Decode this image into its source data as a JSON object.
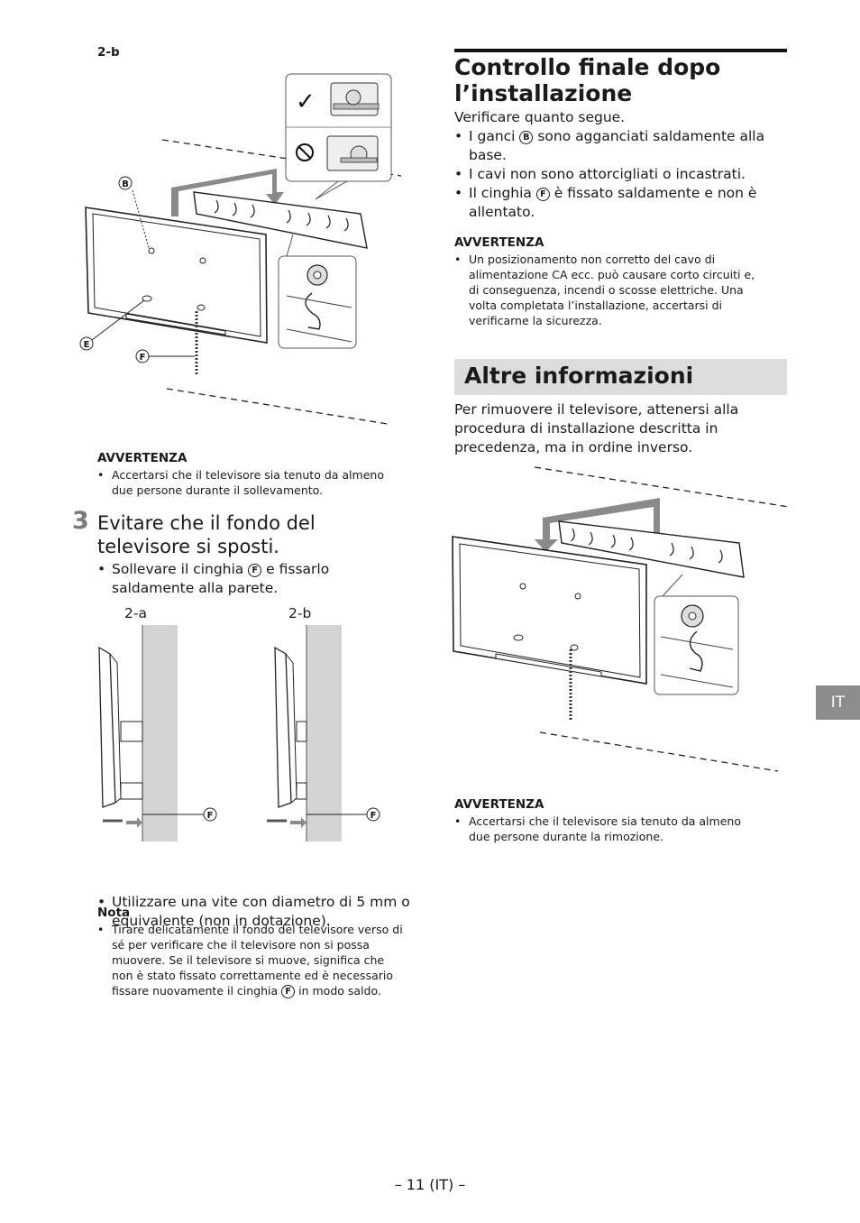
{
  "left": {
    "fig_label": "2-b",
    "fig_callouts": [
      "B",
      "E",
      "F"
    ],
    "warning1": {
      "title": "AVVERTENZA",
      "items": [
        "Accertarsi che il televisore sia tenuto da almeno due persone durante il sollevamento."
      ]
    },
    "step3": {
      "number": "3",
      "title": "Evitare che il fondo del televisore si sposti.",
      "bullet1_pre": "Sollevare il cinghia ",
      "bullet1_letter": "F",
      "bullet1_post": " e fissarlo saldamente alla parete.",
      "fig_a_label": "2-a",
      "fig_b_label": "2-b",
      "fig_callout": "F",
      "bullet2": "Utilizzare una vite con diametro di 5 mm o equivalente (non in dotazione)."
    },
    "note": {
      "title": "Nota",
      "text_pre": "Tirare delicatamente il fondo del televisore verso di sé per verificare che il televisore non si possa muovere. Se il televisore si muove, significa che non è stato fissato correttamente ed è necessario fissare nuovamente il cinghia ",
      "letter": "F",
      "text_post": " in modo saldo."
    }
  },
  "right": {
    "section1": {
      "title": "Controllo finale dopo l’installazione",
      "intro": "Verificare quanto segue.",
      "b1_pre": "I ganci ",
      "b1_letter": "B",
      "b1_post": " sono agganciati saldamente alla base.",
      "b2": "I cavi non sono attorcigliati o incastrati.",
      "b3_pre": "Il cinghia ",
      "b3_letter": "F",
      "b3_post": " è fissato saldamente e non è allentato.",
      "warning": {
        "title": "AVVERTENZA",
        "items": [
          "Un posizionamento non corretto del cavo di alimentazione CA ecc. può causare corto circuiti e, di conseguenza, incendi o scosse elettriche. Una volta completata l’installazione, accertarsi di verificarne la sicurezza."
        ]
      }
    },
    "section2": {
      "title": "Altre informazioni",
      "text": "Per rimuovere il televisore, attenersi alla procedura di installazione descritta in precedenza, ma in ordine inverso.",
      "warning": {
        "title": "AVVERTENZA",
        "items": [
          "Accertarsi che il televisore sia tenuto da almeno due persone durante la rimozione."
        ]
      }
    }
  },
  "lang_tab": "IT",
  "page_number": "– 11 (IT) –",
  "colors": {
    "arrow_gray": "#8a8a8a",
    "band_gray": "#dcdcdc",
    "tab_gray": "#8c8c8c",
    "wall_gray": "#d4d4d4"
  }
}
